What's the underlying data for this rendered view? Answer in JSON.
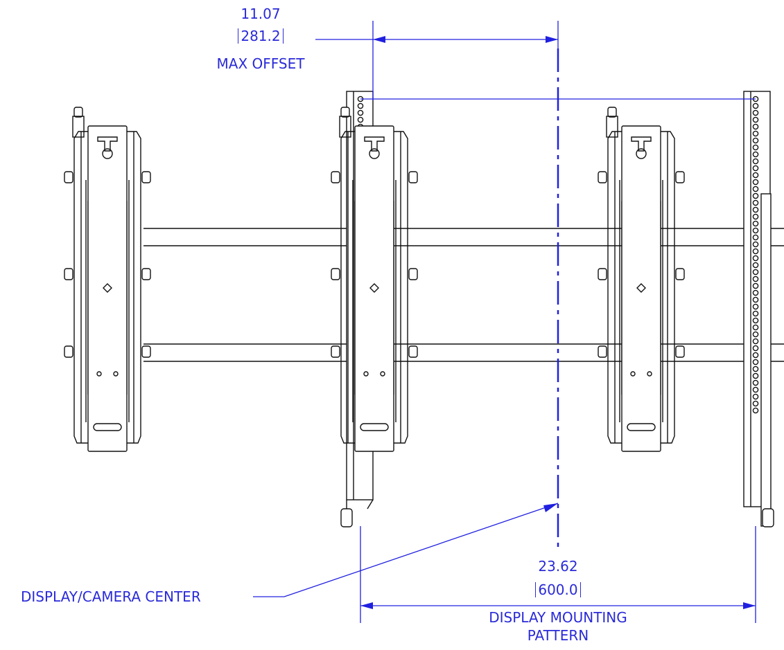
{
  "colors": {
    "dimension": "#2a2ad8",
    "drawing": "#111111",
    "background": "#ffffff"
  },
  "max_offset": {
    "value": "11.07",
    "metric": "281.2",
    "label": "MAX OFFSET"
  },
  "center_label": "DISPLAY/CAMERA CENTER",
  "mounting_pattern": {
    "value": "23.62",
    "metric": "600.0",
    "label_line1": "DISPLAY MOUNTING",
    "label_line2": "PATTERN"
  }
}
